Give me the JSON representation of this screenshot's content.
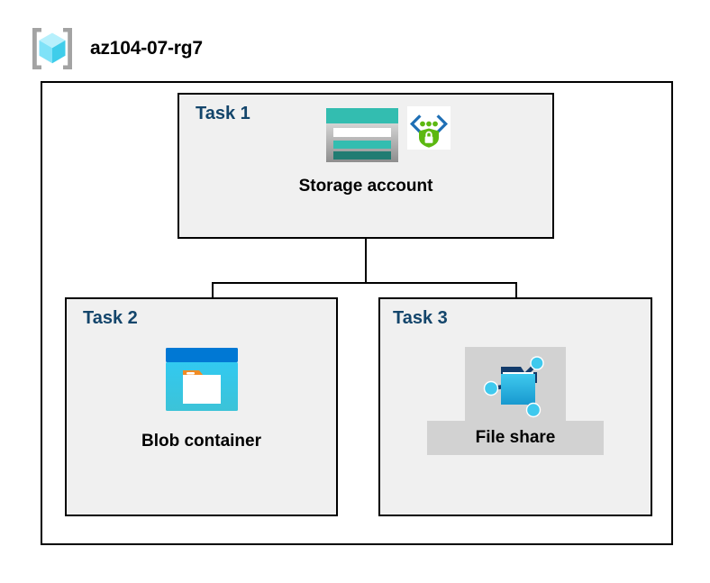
{
  "resource_group": {
    "icon": "resource-group-cube-icon",
    "name": "az104-07-rg7"
  },
  "tasks": [
    {
      "id": "task1",
      "label": "Task 1",
      "node_caption": "Storage account",
      "icons": [
        "storage-account-icon",
        "secure-endpoint-shield-icon"
      ]
    },
    {
      "id": "task2",
      "label": "Task 2",
      "node_caption": "Blob container",
      "icons": [
        "blob-container-icon"
      ]
    },
    {
      "id": "task3",
      "label": "Task 3",
      "node_caption": "File share",
      "icons": [
        "file-share-icon"
      ]
    }
  ],
  "colors": {
    "task_label": "#13456b",
    "task_box_fill": "#f0f0f0",
    "outline": "#000000",
    "canvas": "#ffffff",
    "fileshare_plate": "#d2d2d2",
    "storage_teal": "#33bdb0",
    "storage_teal_dark": "#217c72",
    "blob_blue": "#0078d4",
    "blob_cyan": "#32c3e8",
    "blob_tab_orange": "#f08c25",
    "fileshare_cyan": "#32bee8",
    "fileshare_navy": "#123b6b",
    "shield_green": "#5cb811",
    "bracket_gray": "#a0a0a0",
    "cube_cyan": "#a6ecfb"
  },
  "connections": [
    {
      "from": "task1-storage-account",
      "to": "task2-blob-container"
    },
    {
      "from": "task1-storage-account",
      "to": "task3-file-share"
    }
  ]
}
